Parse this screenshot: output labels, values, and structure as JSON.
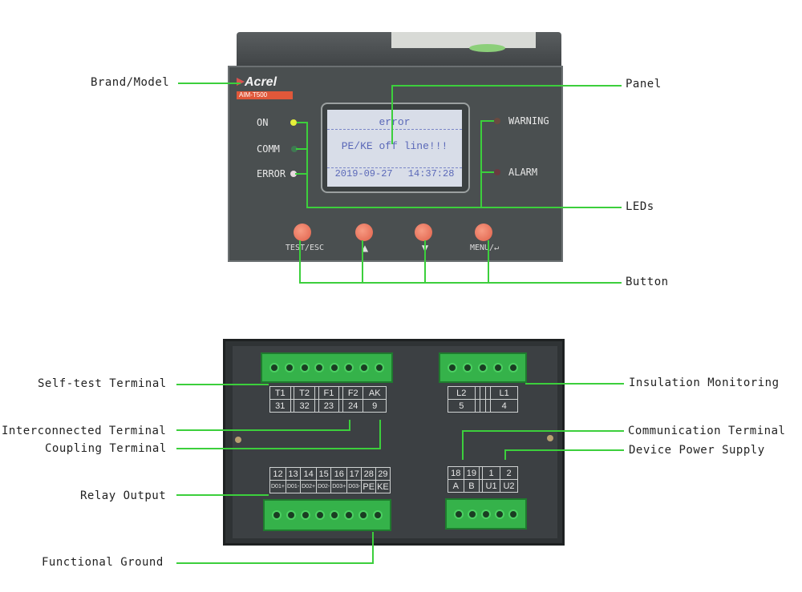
{
  "callouts": {
    "brand_model": "Brand/Model",
    "panel": "Panel",
    "leds": "LEDs",
    "button": "Button",
    "self_test": "Self-test Terminal",
    "insulation": "Insulation Monitoring",
    "interconnected": "Interconnected Terminal",
    "coupling": "Coupling Terminal",
    "communication": "Communication Terminal",
    "power": "Device Power Supply",
    "relay": "Relay Output",
    "ground": "Functional Ground"
  },
  "device": {
    "brand": "Acrel",
    "model": "AIM-T500",
    "leds_left": [
      {
        "label": "ON",
        "color": "#e6f03a"
      },
      {
        "label": "COMM",
        "color": "#3f7a52"
      },
      {
        "label": "ERROR",
        "color": "#e8d8e0"
      }
    ],
    "leds_right": [
      {
        "label": "WARNING",
        "color": "#6a4a40"
      },
      {
        "label": "ALARM",
        "color": "#6a3a40"
      }
    ],
    "lcd": {
      "title": "error",
      "message": "PE/KE off line!!!",
      "date": "2019-09-27",
      "time": "14:37:28"
    },
    "buttons": [
      "TEST/ESC",
      "▲",
      "▼",
      "MENU/↵"
    ]
  },
  "rear": {
    "top_left": [
      [
        "T1",
        "",
        "T2",
        "",
        "F1",
        "",
        "F2",
        "AK"
      ],
      [
        "31",
        "",
        "32",
        "",
        "23",
        "",
        "24",
        "9"
      ]
    ],
    "top_right": [
      [
        "L2",
        "",
        "",
        "",
        "L1"
      ],
      [
        "5",
        "",
        "",
        "",
        "4"
      ]
    ],
    "bottom_left": [
      [
        "12",
        "13",
        "14",
        "15",
        "16",
        "17",
        "28",
        "29"
      ],
      [
        "D01+",
        "D01-",
        "D02+",
        "D02-",
        "D03+",
        "D03-",
        "PE",
        "KE"
      ]
    ],
    "bottom_right": [
      [
        "18",
        "19",
        "",
        "1",
        "2"
      ],
      [
        "A",
        "B",
        "",
        "U1",
        "U2"
      ]
    ]
  },
  "colors": {
    "callout_line": "#3ccf3c",
    "connector": "#35b24a"
  }
}
